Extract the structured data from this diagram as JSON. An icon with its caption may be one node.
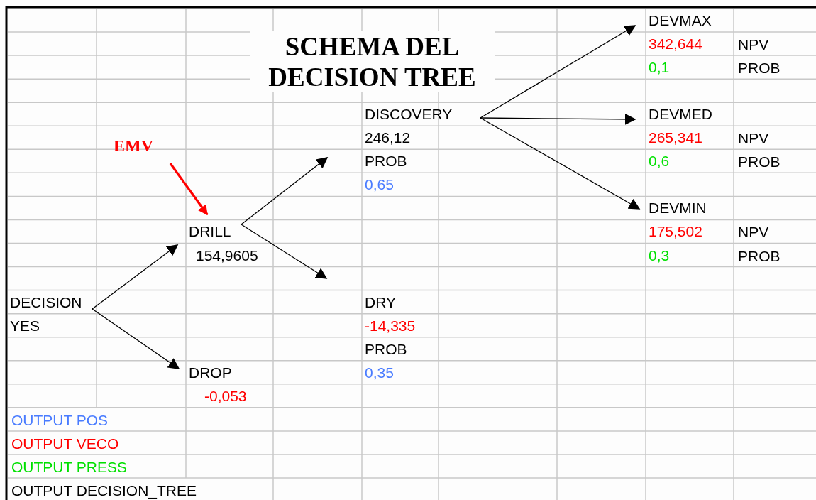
{
  "diagram": {
    "title": "SCHEMA DEL DECISION TREE",
    "nodes": [
      {
        "text": [
          "DECISION",
          "YES"
        ]
      },
      {
        "text": [
          "DRILL",
          "154,9605"
        ]
      },
      {
        "text": [
          "DROP",
          "-0,053"
        ]
      },
      {
        "text": [
          "DISCOVERY",
          "246,12",
          "PROB",
          "0,65"
        ]
      },
      {
        "text": [
          "DRY",
          "-14,335",
          "PROB",
          "0,35"
        ]
      },
      {
        "text": [
          "DEVMAX",
          "342,644",
          "0,1"
        ],
        "beside": [
          "NPV",
          "PROB"
        ]
      },
      {
        "text": [
          "DEVMED",
          "265,341",
          "0,6"
        ],
        "beside": [
          "NPV",
          "PROB"
        ]
      },
      {
        "text": [
          "DEVMIN",
          "175,502",
          "0,3"
        ],
        "beside": [
          "NPV",
          "PROB"
        ]
      },
      {
        "text": [
          "EMV"
        ]
      }
    ],
    "edges": [
      {
        "from": 0,
        "to": 1,
        "arrow": "to"
      },
      {
        "from": 0,
        "to": 2,
        "arrow": "to"
      },
      {
        "from": 1,
        "to": 3,
        "arrow": "to"
      },
      {
        "from": 1,
        "to": 4,
        "arrow": "to"
      },
      {
        "from": 3,
        "to": 5,
        "arrow": "to"
      },
      {
        "from": 3,
        "to": 6,
        "arrow": "to"
      },
      {
        "from": 3,
        "to": 7,
        "arrow": "to"
      },
      {
        "from": 8,
        "to": 1,
        "arrow": "to",
        "style": "thick",
        "color": "#ff0000"
      }
    ],
    "legend": [
      {
        "text": "OUTPUT POS",
        "color": "#4a7cff"
      },
      {
        "text": "OUTPUT VECO",
        "color": "#ff0000"
      },
      {
        "text": "OUTPUT PRESS",
        "color": "#00e000"
      },
      {
        "text": "OUTPUT DECISION_TREE",
        "color": "#000000"
      }
    ]
  }
}
